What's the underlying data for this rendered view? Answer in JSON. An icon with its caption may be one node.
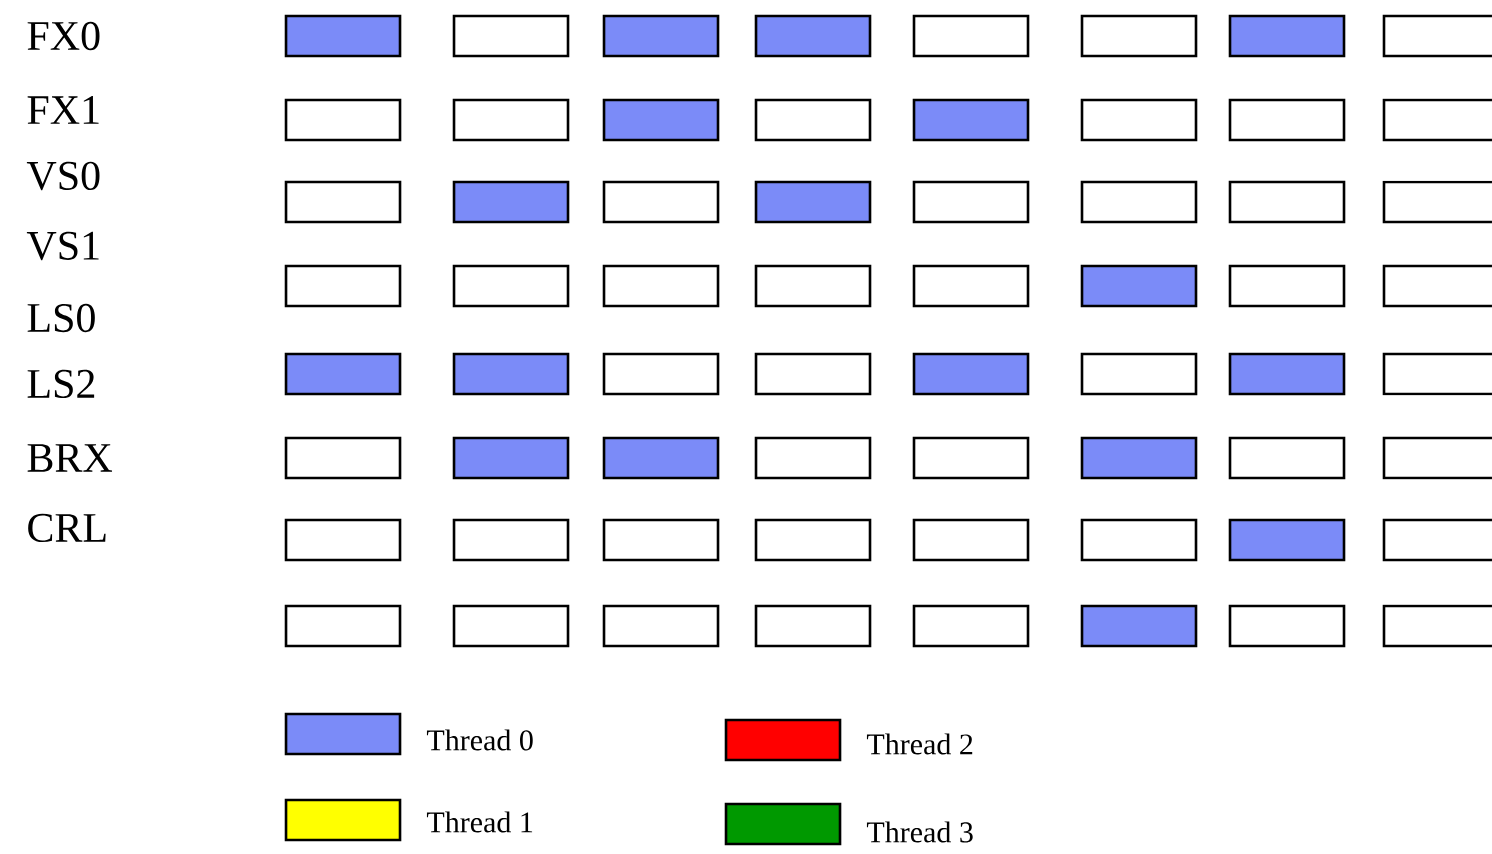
{
  "diagram": {
    "nodes": [
      {
        "text": [],
        "shape": "bar"
      },
      {
        "text": [],
        "shape": "box"
      },
      {
        "text": [],
        "shape": "bar"
      },
      {
        "text": [],
        "shape": "bar"
      },
      {
        "text": [],
        "shape": "box"
      },
      {
        "text": [],
        "shape": "box"
      },
      {
        "text": [],
        "shape": "bar"
      },
      {
        "text": [],
        "shape": "box"
      },
      {
        "text": [],
        "shape": "box"
      },
      {
        "text": [],
        "shape": "box"
      },
      {
        "text": [],
        "shape": "bar"
      },
      {
        "text": [],
        "shape": "box"
      },
      {
        "text": [],
        "shape": "bar"
      },
      {
        "text": [],
        "shape": "box"
      },
      {
        "text": [],
        "shape": "box"
      },
      {
        "text": [],
        "shape": "box"
      },
      {
        "text": [],
        "shape": "box"
      },
      {
        "text": [],
        "shape": "bar"
      },
      {
        "text": [],
        "shape": "box"
      },
      {
        "text": [],
        "shape": "bar"
      },
      {
        "text": [],
        "shape": "box"
      },
      {
        "text": [],
        "shape": "box"
      },
      {
        "text": [],
        "shape": "box"
      },
      {
        "text": [],
        "shape": "box"
      },
      {
        "text": [],
        "shape": "box"
      },
      {
        "text": [],
        "shape": "box"
      },
      {
        "text": [],
        "shape": "box"
      },
      {
        "text": [],
        "shape": "box"
      },
      {
        "text": [],
        "shape": "box"
      },
      {
        "text": [],
        "shape": "bar"
      },
      {
        "text": [],
        "shape": "box"
      },
      {
        "text": [],
        "shape": "box"
      },
      {
        "text": [],
        "shape": "bar"
      },
      {
        "text": [],
        "shape": "bar"
      },
      {
        "text": [],
        "shape": "box"
      },
      {
        "text": [],
        "shape": "box"
      },
      {
        "text": [],
        "shape": "bar"
      },
      {
        "text": [],
        "shape": "box"
      },
      {
        "text": [],
        "shape": "bar"
      },
      {
        "text": [],
        "shape": "box"
      },
      {
        "text": [],
        "shape": "box"
      },
      {
        "text": [],
        "shape": "bar"
      },
      {
        "text": [],
        "shape": "bar"
      },
      {
        "text": [],
        "shape": "box"
      },
      {
        "text": [],
        "shape": "box"
      },
      {
        "text": [],
        "shape": "bar"
      },
      {
        "text": [],
        "shape": "box"
      },
      {
        "text": [],
        "shape": "box"
      },
      {
        "text": [],
        "shape": "box"
      },
      {
        "text": [],
        "shape": "box"
      },
      {
        "text": [],
        "shape": "box"
      },
      {
        "text": [],
        "shape": "box"
      },
      {
        "text": [],
        "shape": "box"
      },
      {
        "text": [],
        "shape": "box"
      },
      {
        "text": [],
        "shape": "bar"
      },
      {
        "text": [],
        "shape": "box"
      },
      {
        "text": [],
        "shape": "box"
      },
      {
        "text": [],
        "shape": "box"
      },
      {
        "text": [],
        "shape": "box"
      },
      {
        "text": [],
        "shape": "box"
      },
      {
        "text": [],
        "shape": "box"
      },
      {
        "text": [],
        "shape": "bar"
      },
      {
        "text": [],
        "shape": "box"
      },
      {
        "text": [],
        "shape": "box"
      }
    ],
    "labels": [
      "FX0",
      "FX1",
      "VS0",
      "VS1",
      "LS0",
      "LS2",
      "BRX",
      "CRL"
    ],
    "legend": [
      {
        "text": "Thread 0",
        "color": "#7b8bf8"
      },
      {
        "text": "Thread 2",
        "color": "#ff0000"
      },
      {
        "text": "Thread 1",
        "color": "#ffff00"
      },
      {
        "text": "Thread 3",
        "color": "#009900"
      }
    ]
  }
}
